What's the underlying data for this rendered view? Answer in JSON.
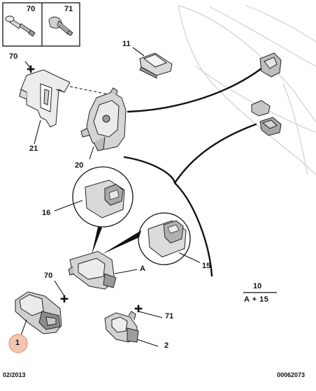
{
  "legend": {
    "left_label": "70",
    "right_label": "71"
  },
  "callouts": {
    "c70_top": "70",
    "c11": "11",
    "c21": "21",
    "c20": "20",
    "c16": "16",
    "c15": "15",
    "cA": "A",
    "c70_bottom": "70",
    "c71_bottom": "71",
    "c1": "1",
    "c2": "2"
  },
  "equation": {
    "top": "10",
    "bottom": "A + 15"
  },
  "footer": {
    "date": "02/2013",
    "ref": "00062073"
  },
  "colors": {
    "line": "#111111",
    "highlight": "#f2b8a0",
    "body_panel": "#d7d7d7"
  }
}
